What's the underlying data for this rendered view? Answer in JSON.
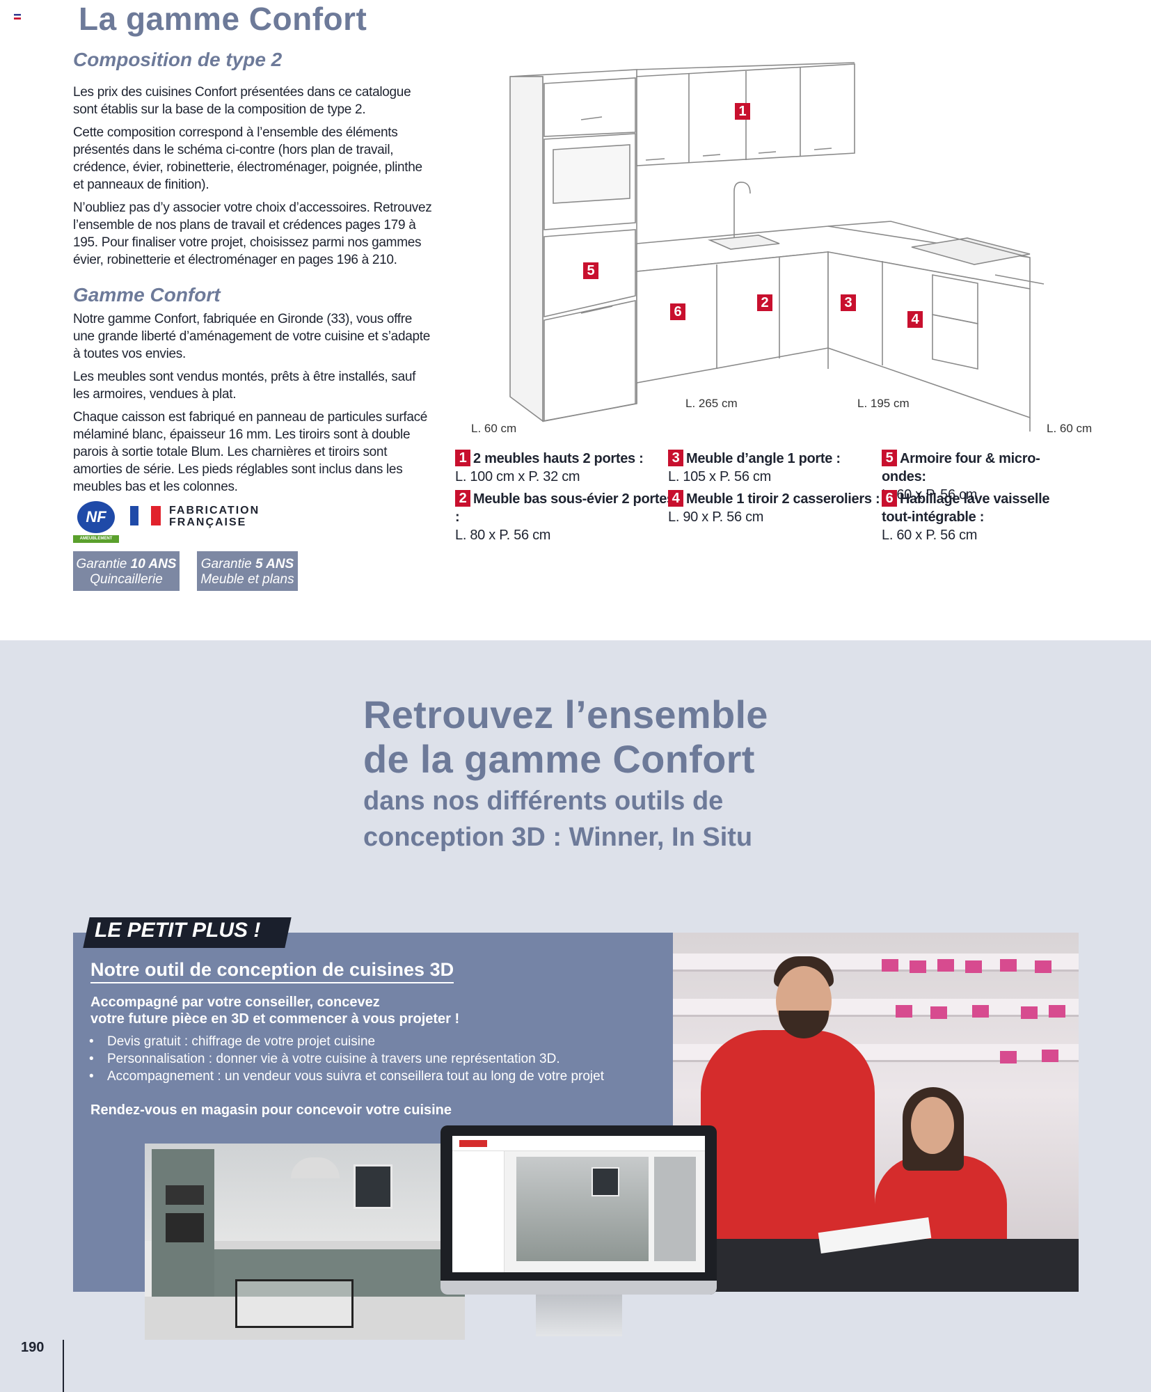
{
  "header": {
    "title": "La gamme Confort"
  },
  "composition": {
    "heading": "Composition de type 2",
    "paragraphs": [
      "Les prix des cuisines Confort présentées dans ce catalogue sont établis sur la base de la composition de type 2.",
      "Cette composition correspond à l’ensemble des éléments présentés dans le schéma ci-contre (hors plan de travail, crédence, évier, robinetterie, électroménager, poignée, plinthe et panneaux de finition).",
      "N’oubliez pas d’y associer votre choix d’accessoires. Retrouvez l’ensemble de nos plans de travail et crédences pages 179 à 195. Pour finaliser votre projet, choisissez parmi nos gammes évier, robinetterie et électroménager en pages 196 à 210."
    ]
  },
  "gamme": {
    "heading": "Gamme Confort",
    "paragraphs": [
      "Notre gamme Confort, fabriquée en Gironde (33), vous offre une grande liberté d’aménagement de votre cuisine et s’adapte à toutes vos envies.",
      "Les meubles sont vendus montés, prêts à être installés, sauf les armoires, vendues à plat.",
      "Chaque caisson est fabriqué en panneau de particules surfacé mélaminé blanc, épaisseur 16 mm. Les tiroirs sont à double parois à sortie totale Blum. Les charnières et tiroirs sont amorties de série. Les pieds réglables sont inclus dans les meubles bas et les colonnes."
    ]
  },
  "labels": {
    "nf_logo": "NF",
    "nf_sub": "AMEUBLEMENT",
    "fabrication_line1": "FABRICATION",
    "fabrication_line2": "FRANÇAISE"
  },
  "guarantees": [
    {
      "prefix": "Garantie",
      "bold": "10 ANS",
      "line2": "Quincaillerie"
    },
    {
      "prefix": "Garantie",
      "bold": "5 ANS",
      "line2": "Meuble et plans"
    }
  ],
  "diagram": {
    "dimensions": {
      "left": "L. 60 cm",
      "wall": "L. 265 cm",
      "corner": "L. 195 cm",
      "right": "L. 60 cm"
    },
    "markers": [
      "1",
      "2",
      "3",
      "4",
      "5",
      "6"
    ]
  },
  "legend": [
    {
      "num": "1",
      "label": "2 meubles hauts 2 portes :",
      "detail": "L. 100  cm x P. 32 cm"
    },
    {
      "num": "2",
      "label": "Meuble bas sous-évier 2 portes :",
      "detail": "L. 80 x P. 56 cm"
    },
    {
      "num": "3",
      "label": "Meuble d’angle 1 porte :",
      "detail": "L. 105 x P. 56 cm"
    },
    {
      "num": "4",
      "label": "Meuble 1 tiroir 2 casseroliers :",
      "detail": "L. 90 x P. 56 cm"
    },
    {
      "num": "5",
      "label": "Armoire four & micro-ondes:",
      "detail": "L. 60 x P. 56 cm"
    },
    {
      "num": "6",
      "label": "Habillage lave vaisselle tout-intégrable :",
      "detail": "L. 60 x P. 56 cm"
    }
  ],
  "promo": {
    "headline_line1": "Retrouvez l’ensemble",
    "headline_line2": "de la gamme Confort",
    "sub_line1": "dans nos différents outils de",
    "sub_line2": "conception 3D : Winner, In Situ"
  },
  "petit_plus": {
    "tag": "LE PETIT PLUS !",
    "title": "Notre outil de conception de cuisines 3D",
    "subtitle_line1": "Accompagné par votre conseiller, concevez",
    "subtitle_line2": "votre future pièce en 3D et commencer à vous projeter !",
    "bullets": [
      "Devis gratuit : chiffrage de votre projet cuisine",
      "Personnalisation : donner vie à votre cuisine à travers une représentation 3D.",
      "Accompagnement : un vendeur vous suivra et conseillera tout au long de votre projet"
    ],
    "cta": "Rendez-vous en magasin pour concevoir votre cuisine"
  },
  "footer": {
    "page_number": "190"
  },
  "colors": {
    "accent_blue": "#6d7a99",
    "marker_red": "#c8102e",
    "band_bg": "#dde1ea",
    "box_bg": "#7584a6"
  }
}
